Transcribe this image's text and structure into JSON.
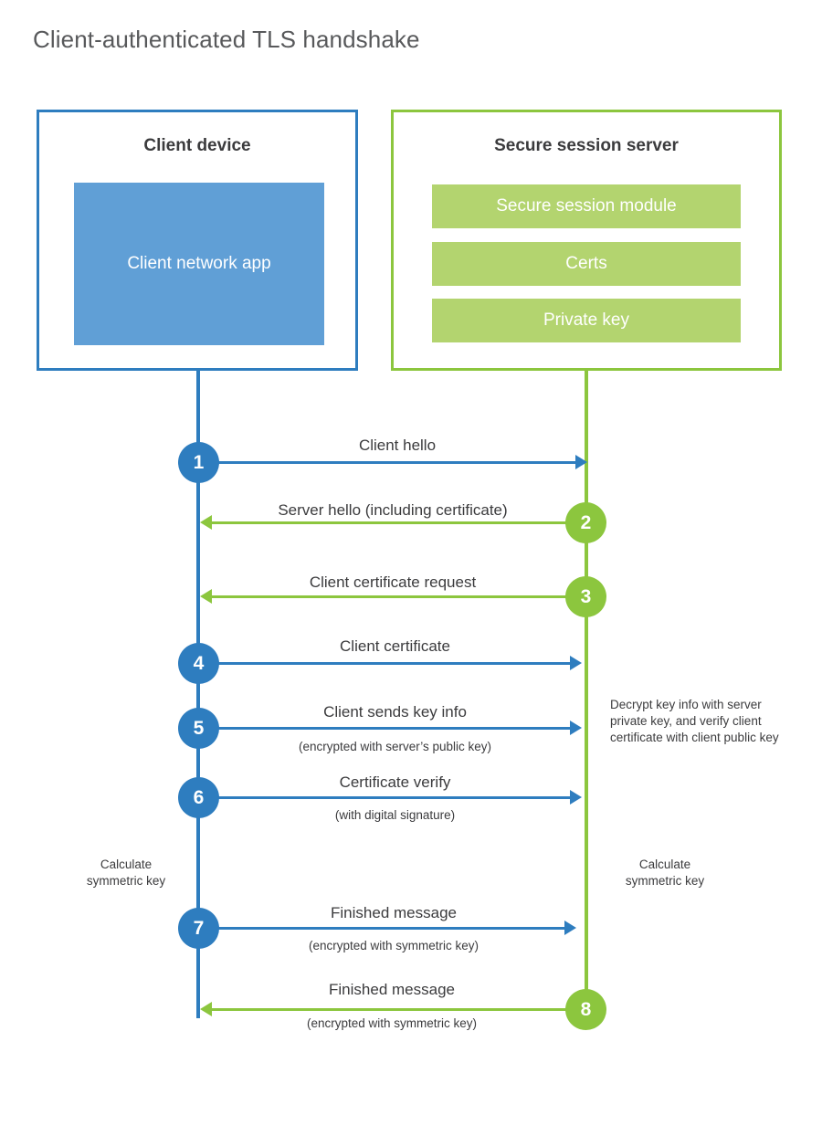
{
  "title": "Client-authenticated TLS handshake",
  "colors": {
    "blue_border": "#2E7DBF",
    "blue_fill": "#609FD6",
    "green_border": "#8CC63E",
    "green_fill": "#B3D46F",
    "text": "#3b3b3d",
    "title_text": "#58595b",
    "background": "#ffffff"
  },
  "client": {
    "title": "Client device",
    "blocks": [
      {
        "label": "Client network app"
      }
    ]
  },
  "server": {
    "title": "Secure session server",
    "blocks": [
      {
        "label": "Secure session module"
      },
      {
        "label": "Certs"
      },
      {
        "label": "Private key"
      }
    ]
  },
  "steps": [
    {
      "number": "1",
      "label": "Client hello",
      "sub": "",
      "direction": "client-to-server",
      "color": "blue"
    },
    {
      "number": "2",
      "label": "Server hello (including certificate)",
      "sub": "",
      "direction": "server-to-client",
      "color": "green"
    },
    {
      "number": "3",
      "label": "Client certificate request",
      "sub": "",
      "direction": "server-to-client",
      "color": "green"
    },
    {
      "number": "4",
      "label": "Client certificate",
      "sub": "",
      "direction": "client-to-server",
      "color": "blue"
    },
    {
      "number": "5",
      "label": "Client sends key info",
      "sub": "(encrypted with server’s public key)",
      "direction": "client-to-server",
      "color": "blue"
    },
    {
      "number": "6",
      "label": "Certificate verify",
      "sub": "(with digital signature)",
      "direction": "client-to-server",
      "color": "blue"
    },
    {
      "number": "7",
      "label": "Finished message",
      "sub": "(encrypted with symmetric key)",
      "direction": "client-to-server",
      "color": "blue"
    },
    {
      "number": "8",
      "label": "Finished message",
      "sub": "(encrypted with symmetric key)",
      "direction": "server-to-client",
      "color": "green"
    }
  ],
  "annotations": {
    "server_decrypt": "Decrypt key info with server private key, and verify client certificate with client public key",
    "client_calculate": "Calculate symmetric key",
    "server_calculate": "Calculate symmetric key"
  }
}
